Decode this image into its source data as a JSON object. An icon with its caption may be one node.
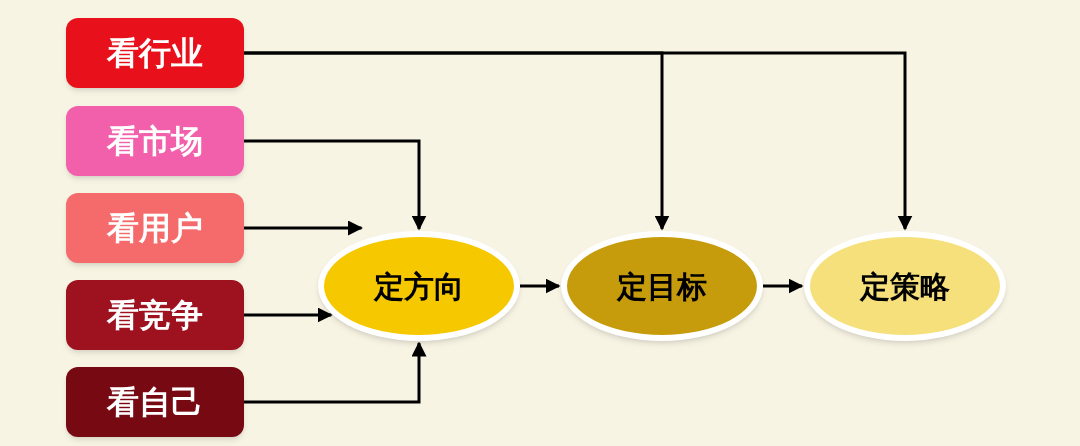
{
  "diagram": {
    "nodes": [
      {
        "text": [
          "看行业"
        ]
      },
      {
        "text": [
          "看市场"
        ]
      },
      {
        "text": [
          "看用户"
        ]
      },
      {
        "text": [
          "看竞争"
        ]
      },
      {
        "text": [
          "看自己"
        ]
      },
      {
        "text": [
          "定方向"
        ]
      },
      {
        "text": [
          "定目标"
        ]
      },
      {
        "text": [
          "定策略"
        ]
      }
    ],
    "edges": [
      {
        "from": 0,
        "to": 6,
        "arrow": "to"
      },
      {
        "from": 0,
        "to": 7,
        "arrow": "to"
      },
      {
        "from": 1,
        "to": 5,
        "arrow": "to"
      },
      {
        "from": 2,
        "to": 5,
        "arrow": "to"
      },
      {
        "from": 3,
        "to": 5,
        "arrow": "to"
      },
      {
        "from": 4,
        "to": 5,
        "arrow": "to"
      },
      {
        "from": 5,
        "to": 6,
        "arrow": "to"
      },
      {
        "from": 6,
        "to": 7,
        "arrow": "to"
      }
    ]
  }
}
